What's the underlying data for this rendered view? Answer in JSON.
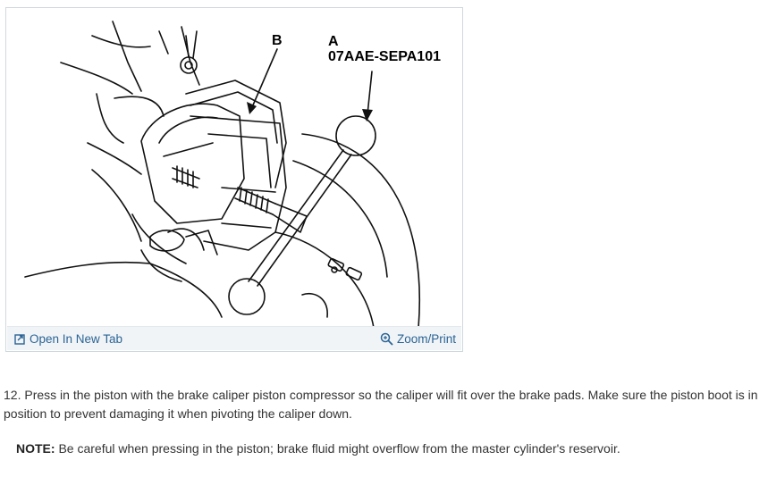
{
  "figure": {
    "label_b": "B",
    "label_a": "A",
    "tool_part_number": "07AAE-SEPA101",
    "toolbar": {
      "open_new_tab_label": "Open In New Tab",
      "open_new_tab_icon": "open-new-tab-icon",
      "zoom_print_label": "Zoom/Print",
      "zoom_print_icon": "zoom-icon",
      "link_color": "#2a6496"
    }
  },
  "content": {
    "step_text": "12. Press in the piston with the brake caliper piston compressor so the caliper will fit over the brake pads. Make sure the piston boot is in position to prevent damaging it when pivoting the caliper down.",
    "note_label": "NOTE:",
    "note_text": " Be careful when pressing in the piston; brake fluid might overflow from the master cylinder's reservoir."
  }
}
